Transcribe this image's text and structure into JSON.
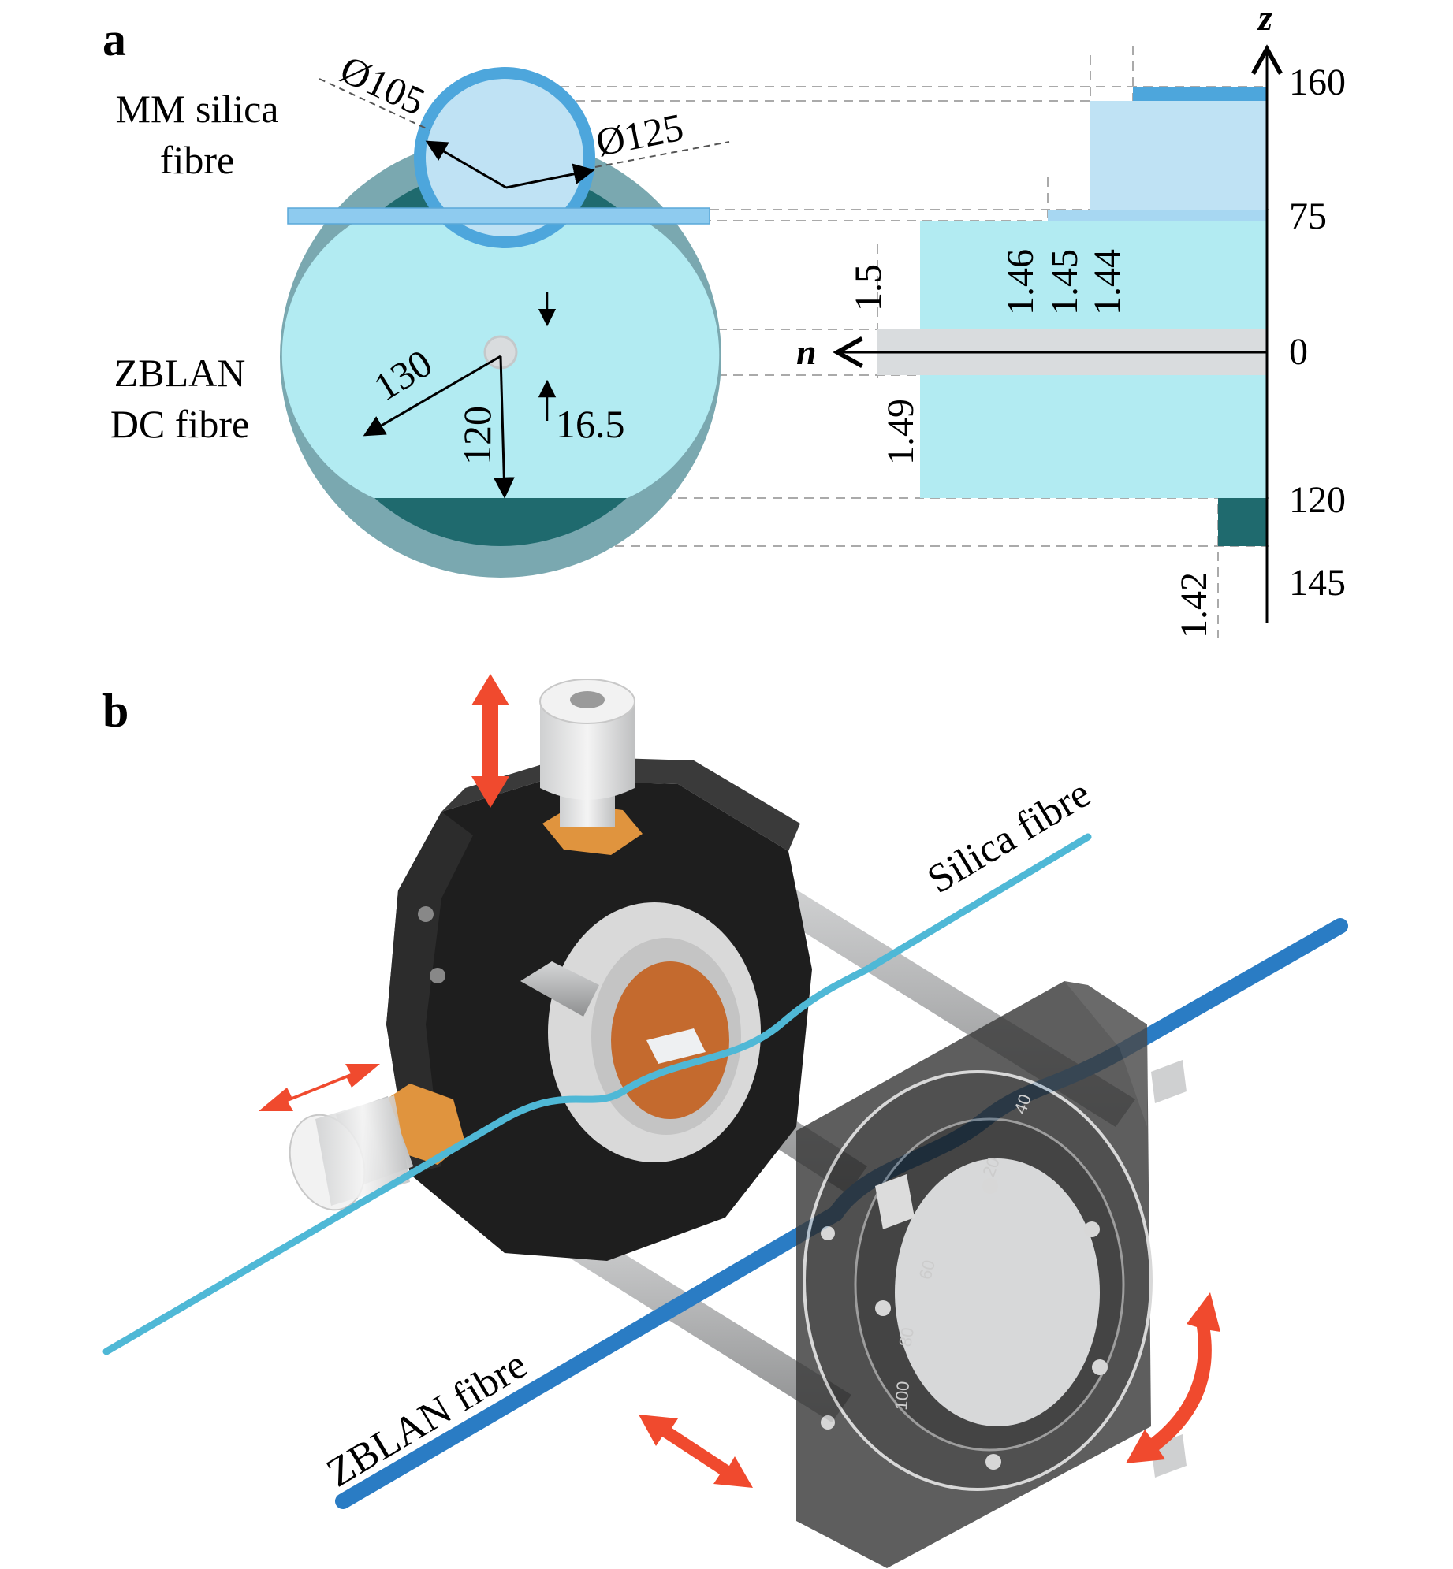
{
  "panel_a": {
    "label": "a",
    "silica_label_line1": "MM silica",
    "silica_label_line2": "fibre",
    "zblan_label_line1": "ZBLAN",
    "zblan_label_line2": "DC fibre",
    "dim_105": "Ø105",
    "dim_125": "Ø125",
    "dim_130": "130",
    "dim_120": "120",
    "dim_16_5": "16.5",
    "profile": {
      "z_axis_label": "z",
      "n_axis_label": "n",
      "ticks": [
        "160",
        "75",
        "0",
        "120",
        "145"
      ],
      "n_values": [
        "1.5",
        "1.46",
        "1.45",
        "1.44",
        "1.49",
        "1.42"
      ]
    },
    "colors": {
      "silica_clad": "#4da6dc",
      "silica_core": "#bfe2f4",
      "zblan_inner": "#b2ebf2",
      "zblan_clad": "#1f6a6e",
      "zblan_outer": "#7aa8b0",
      "zblan_core": "#d9dcde"
    }
  },
  "panel_b": {
    "label": "b",
    "silica_label": "Silica fibre",
    "zblan_label": "ZBLAN fibre",
    "dial_ticks": [
      "20",
      "40",
      "60",
      "80",
      "100"
    ],
    "colors": {
      "arrow": "#f04a2e",
      "silica_fibre": "#4fb8d6",
      "zblan_fibre": "#2a7cc4",
      "mount": "#1e1e1e",
      "rod": "#b9babb"
    }
  }
}
